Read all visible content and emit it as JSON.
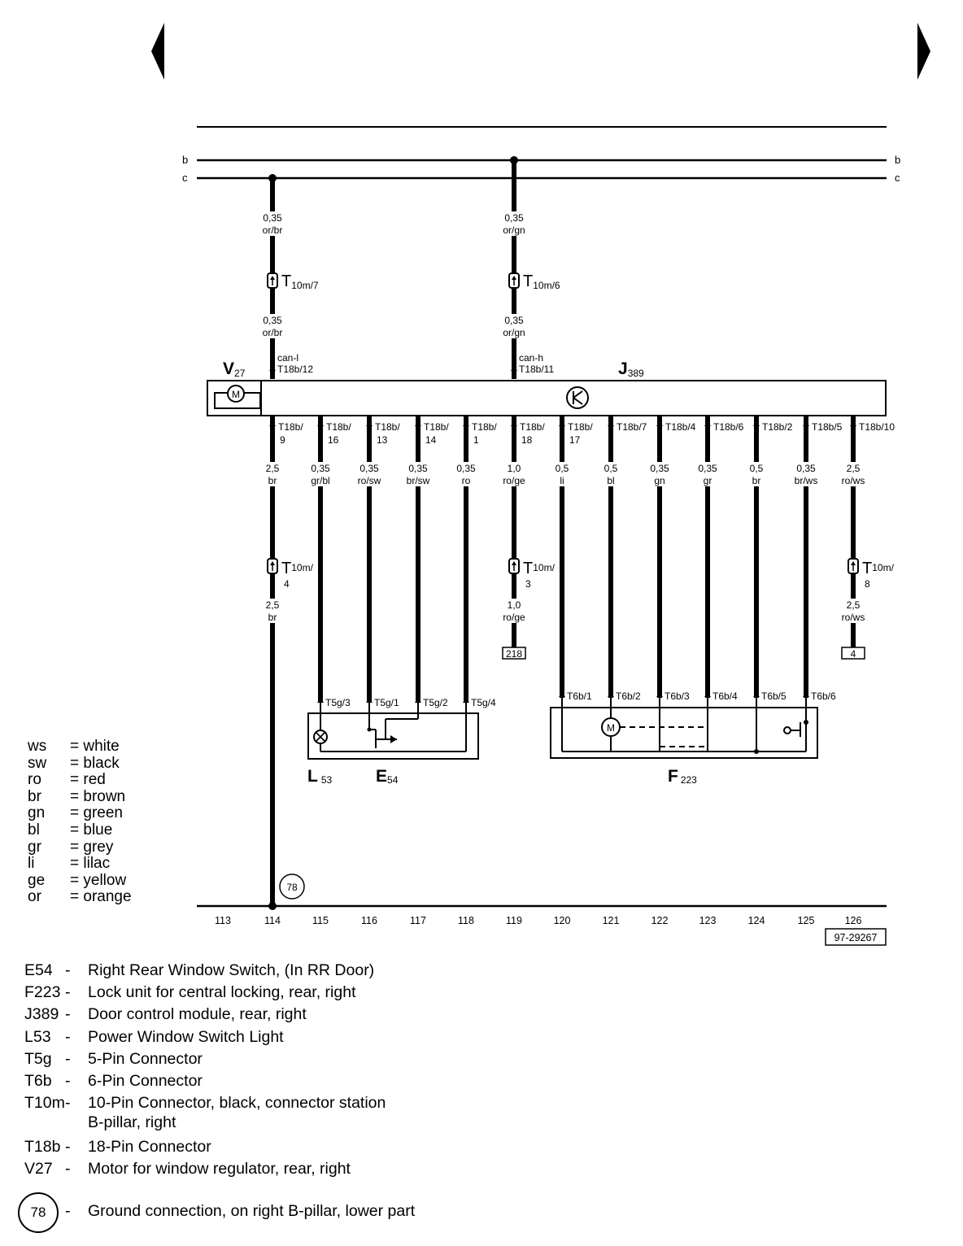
{
  "rails": {
    "b": "b",
    "c": "c"
  },
  "drawing_number": "97-29267",
  "components": {
    "V27": {
      "letter": "V",
      "sub": "27"
    },
    "J389": {
      "letter": "J",
      "sub": "389"
    },
    "L53": {
      "letter": "L",
      "sub": "53"
    },
    "E54": {
      "letter": "E",
      "sub": "54"
    },
    "F223": {
      "letter": "F",
      "sub": "223"
    }
  },
  "top_wires": [
    {
      "col": 114,
      "size": "0,35",
      "color": "or/br",
      "connector": "10m/7",
      "pin_name": "can-l",
      "pin": "T18b/12"
    },
    {
      "col": 119,
      "size": "0,35",
      "color": "or/gn",
      "connector": "10m/6",
      "pin_name": "can-h",
      "pin": "T18b/11"
    }
  ],
  "bottom_wires": [
    {
      "col": 114,
      "pin_a": "T18b/",
      "pin_b": "9",
      "size": "2,5",
      "color": "br"
    },
    {
      "col": 115,
      "pin_a": "T18b/",
      "pin_b": "16",
      "size": "0,35",
      "color": "gr/bl"
    },
    {
      "col": 116,
      "pin_a": "T18b/",
      "pin_b": "13",
      "size": "0,35",
      "color": "ro/sw"
    },
    {
      "col": 117,
      "pin_a": "T18b/",
      "pin_b": "14",
      "size": "0,35",
      "color": "br/sw"
    },
    {
      "col": 118,
      "pin_a": "T18b/",
      "pin_b": "1",
      "size": "0,35",
      "color": "ro"
    },
    {
      "col": 119,
      "pin_a": "T18b/",
      "pin_b": "18",
      "size": "1,0",
      "color": "ro/ge"
    },
    {
      "col": 120,
      "pin_a": "T18b/",
      "pin_b": "17",
      "size": "0,5",
      "color": "li"
    },
    {
      "col": 121,
      "pin_a": "T18b/7",
      "pin_b": "",
      "size": "0,5",
      "color": "bl"
    },
    {
      "col": 122,
      "pin_a": "T18b/4",
      "pin_b": "",
      "size": "0,35",
      "color": "gn"
    },
    {
      "col": 123,
      "pin_a": "T18b/6",
      "pin_b": "",
      "size": "0,35",
      "color": "gr"
    },
    {
      "col": 124,
      "pin_a": "T18b/2",
      "pin_b": "",
      "size": "0,5",
      "color": "br"
    },
    {
      "col": 125,
      "pin_a": "T18b/5",
      "pin_b": "",
      "size": "0,35",
      "color": "br/ws"
    },
    {
      "col": 126,
      "pin_a": "T18b/10",
      "pin_b": "",
      "size": "2,5",
      "color": "ro/ws"
    }
  ],
  "lower_connectors": [
    {
      "col": 114,
      "conn_a": "10m/",
      "conn_b": "4",
      "size": "2,5",
      "color": "br",
      "ref": ""
    },
    {
      "col": 119,
      "conn_a": "10m/",
      "conn_b": "3",
      "size": "1,0",
      "color": "ro/ge",
      "ref": "218"
    },
    {
      "col": 126,
      "conn_a": "10m/",
      "conn_b": "8",
      "size": "2,5",
      "color": "ro/ws",
      "ref": "4"
    }
  ],
  "t5g_pins": [
    "T5g/3",
    "T5g/1",
    "T5g/2",
    "T5g/4"
  ],
  "t6b_pins": [
    "T6b/1",
    "T6b/2",
    "T6b/3",
    "T6b/4",
    "T6b/5",
    "T6b/6"
  ],
  "ground_label": "78",
  "column_numbers": [
    "113",
    "114",
    "115",
    "116",
    "117",
    "118",
    "119",
    "120",
    "121",
    "122",
    "123",
    "124",
    "125",
    "126"
  ],
  "color_legend": [
    {
      "code": "ws",
      "name": "white"
    },
    {
      "code": "sw",
      "name": "black"
    },
    {
      "code": "ro",
      "name": "red"
    },
    {
      "code": "br",
      "name": "brown"
    },
    {
      "code": "gn",
      "name": "green"
    },
    {
      "code": "bl",
      "name": "blue"
    },
    {
      "code": "gr",
      "name": "grey"
    },
    {
      "code": "li",
      "name": "lilac"
    },
    {
      "code": "ge",
      "name": "yellow"
    },
    {
      "code": "or",
      "name": "orange"
    }
  ],
  "component_key": [
    {
      "code": "E54",
      "desc": "Right Rear Window Switch, (In RR Door)",
      "desc2": ""
    },
    {
      "code": "F223",
      "desc": "Lock unit for central locking, rear, right",
      "desc2": ""
    },
    {
      "code": "J389",
      "desc": "Door control module, rear, right",
      "desc2": ""
    },
    {
      "code": "L53",
      "desc": "Power Window Switch Light",
      "desc2": ""
    },
    {
      "code": "T5g",
      "desc": "5-Pin Connector",
      "desc2": ""
    },
    {
      "code": "T6b",
      "desc": "6-Pin Connector",
      "desc2": ""
    },
    {
      "code": "T10m",
      "desc": "10-Pin Connector, black, connector station",
      "desc2": "B-pillar, right"
    },
    {
      "code": "T18b",
      "desc": "18-Pin Connector",
      "desc2": ""
    },
    {
      "code": "V27",
      "desc": "Motor for window regulator, rear, right",
      "desc2": ""
    }
  ],
  "ground_key": {
    "label": "78",
    "desc": "Ground connection, on right B-pillar, lower part"
  }
}
